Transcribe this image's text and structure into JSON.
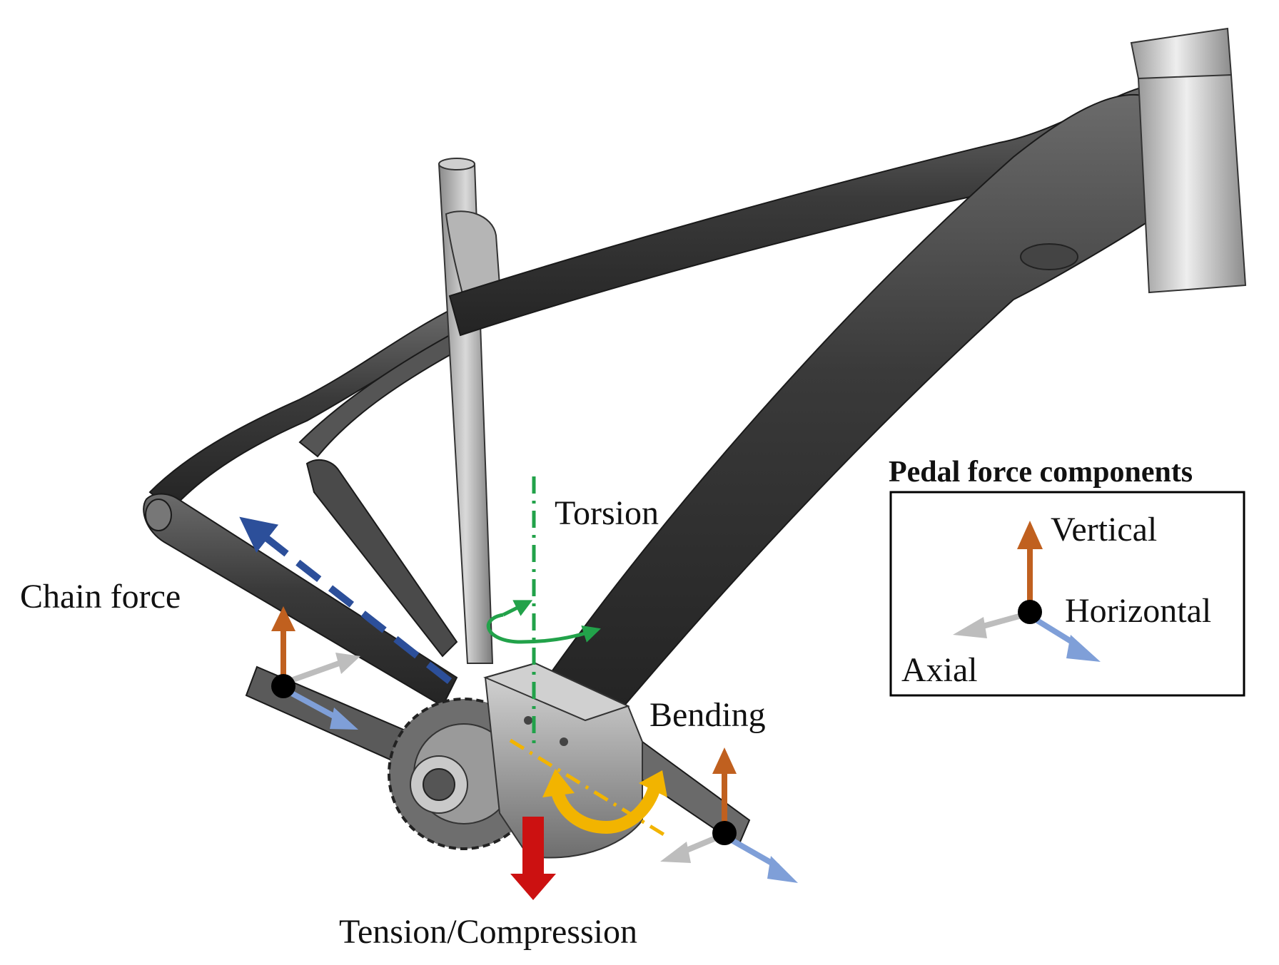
{
  "labels": {
    "chain_force": "Chain force",
    "torsion": "Torsion",
    "bending": "Bending",
    "tension_compression": "Tension/Compression"
  },
  "legend": {
    "title": "Pedal force components",
    "vertical": "Vertical",
    "horizontal": "Horizontal",
    "axial": "Axial"
  },
  "colors": {
    "vertical": "#c0601f",
    "horizontal": "#7f9fd8",
    "axial": "#bdbdbd",
    "chain_force": "#2c4f9a",
    "torsion": "#22a24a",
    "bending": "#f2b400",
    "tension_compression": "#cc1111",
    "frame_dark": "#3a3a3a",
    "frame_light": "#bdbdbd"
  }
}
